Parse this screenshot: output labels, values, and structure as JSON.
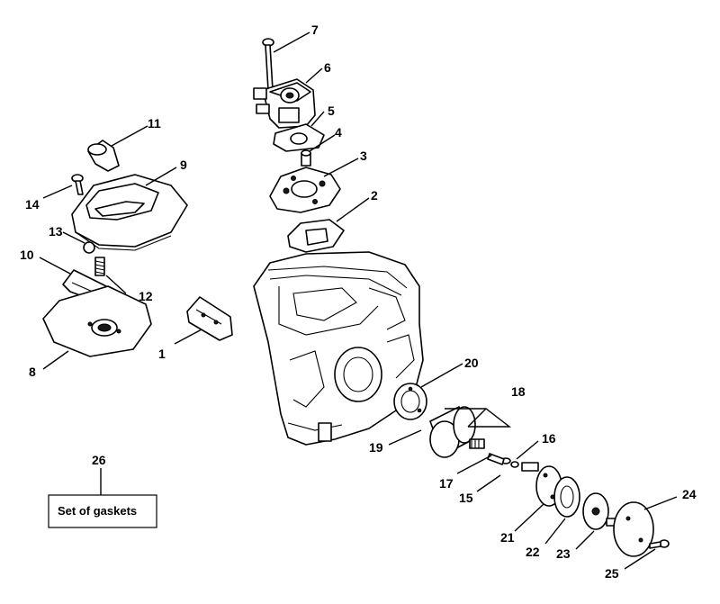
{
  "callouts": {
    "c1": "1",
    "c2": "2",
    "c3": "3",
    "c4": "4",
    "c5": "5",
    "c6": "6",
    "c7": "7",
    "c8": "8",
    "c9": "9",
    "c10": "10",
    "c11": "11",
    "c12": "12",
    "c13": "13",
    "c14": "14",
    "c15": "15",
    "c16": "16",
    "c17": "17",
    "c18": "18",
    "c19": "19",
    "c20": "20",
    "c21": "21",
    "c22": "22",
    "c23": "23",
    "c24": "24",
    "c25": "25",
    "c26": "26"
  },
  "gasket_box": {
    "label": "Set of gaskets"
  }
}
